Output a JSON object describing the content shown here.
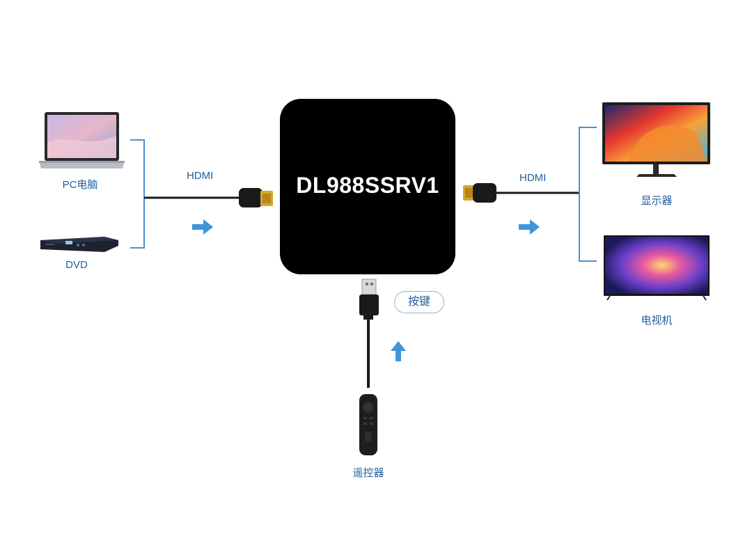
{
  "hub": {
    "model": "DL988SSRV1"
  },
  "inputs": [
    {
      "id": "pc",
      "label": "PC电脑",
      "icon": "laptop-icon"
    },
    {
      "id": "dvd",
      "label": "DVD",
      "icon": "dvd-player-icon"
    }
  ],
  "outputs": [
    {
      "id": "monitor",
      "label": "显示器",
      "icon": "monitor-icon"
    },
    {
      "id": "tv",
      "label": "电视机",
      "icon": "tv-icon"
    }
  ],
  "cables": {
    "input_label": "HDMI",
    "output_label": "HDMI"
  },
  "control": {
    "button_label": "按键",
    "remote_label": "遥控器",
    "remote_icon": "remote-control-icon"
  },
  "colors": {
    "accent": "#3f95d8",
    "bracket": "#4a90d0",
    "label": "#1f5f9e",
    "hub": "#000000"
  }
}
